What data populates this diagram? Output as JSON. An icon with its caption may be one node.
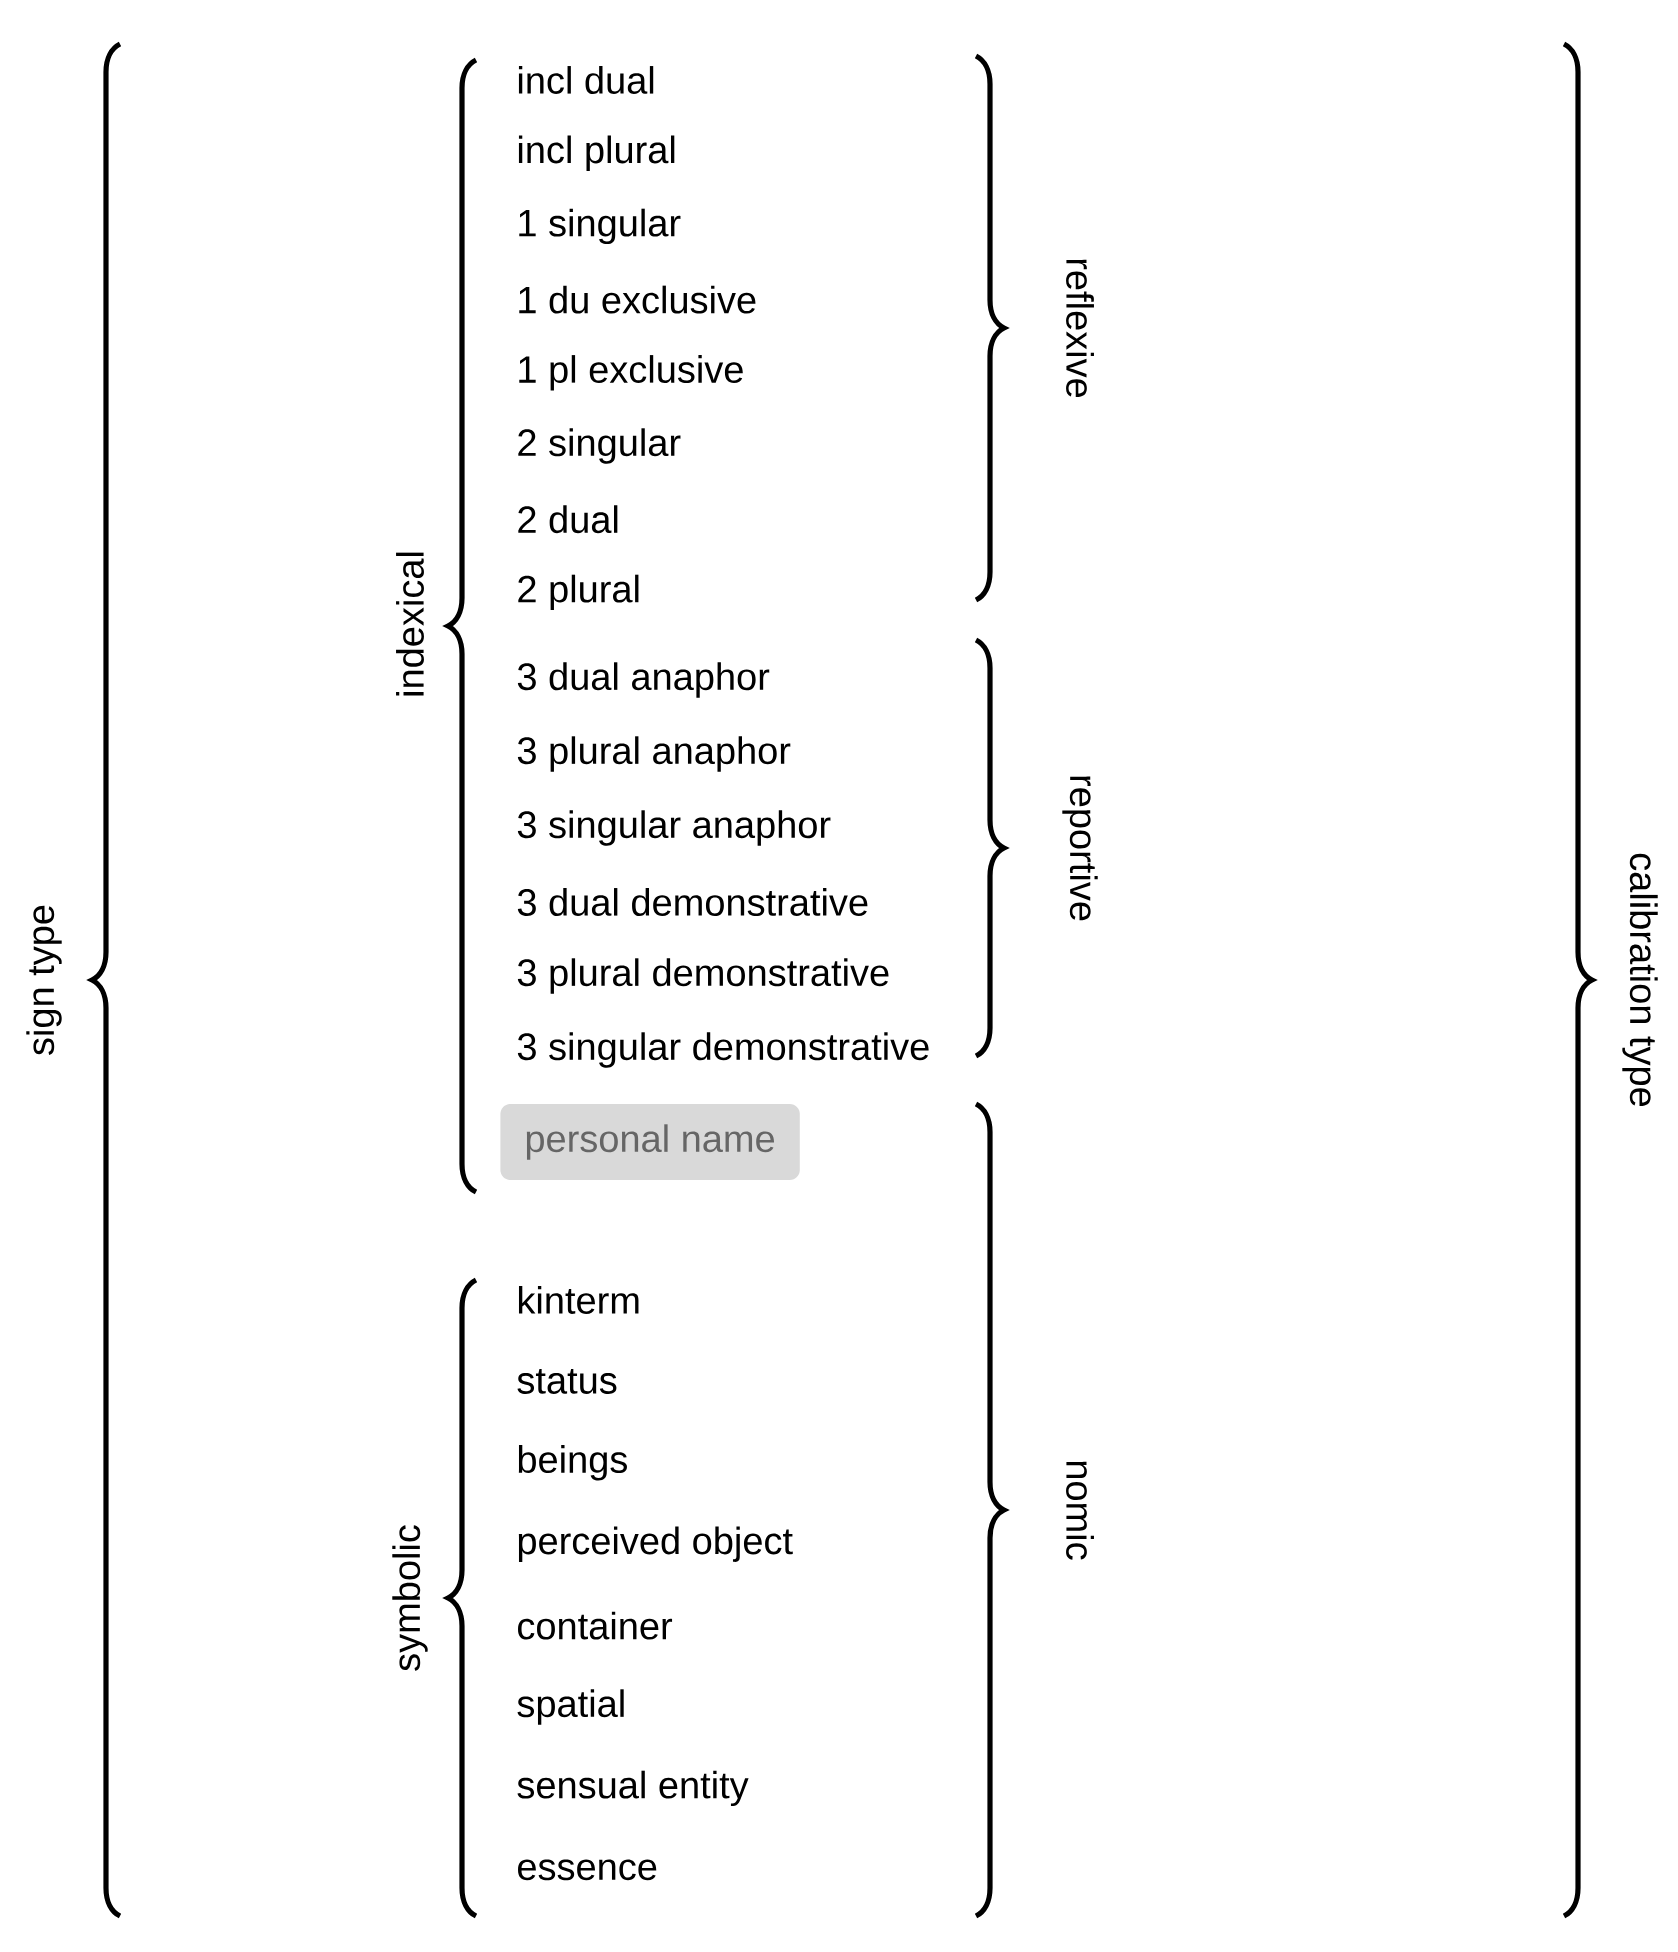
{
  "diagram": {
    "nodes": [
      {
        "text": [
          "personal name"
        ]
      }
    ],
    "labels": [
      "incl dual",
      "incl plural",
      "1 singular",
      "1 du exclusive",
      "1 pl exclusive",
      "2 singular",
      "2 dual",
      "2 plural",
      "3 dual anaphor",
      "3 plural anaphor",
      "3 singular anaphor",
      "3 dual demonstrative",
      "3 plural demonstrative",
      "3 singular demonstrative",
      "kinterm",
      "status",
      "beings",
      "perceived object",
      "container",
      "spatial",
      "sensual entity",
      "essence",
      "sign type",
      "indexical",
      "symbolic",
      "reflexive",
      "reportive",
      "nomic",
      "calibration type"
    ]
  }
}
